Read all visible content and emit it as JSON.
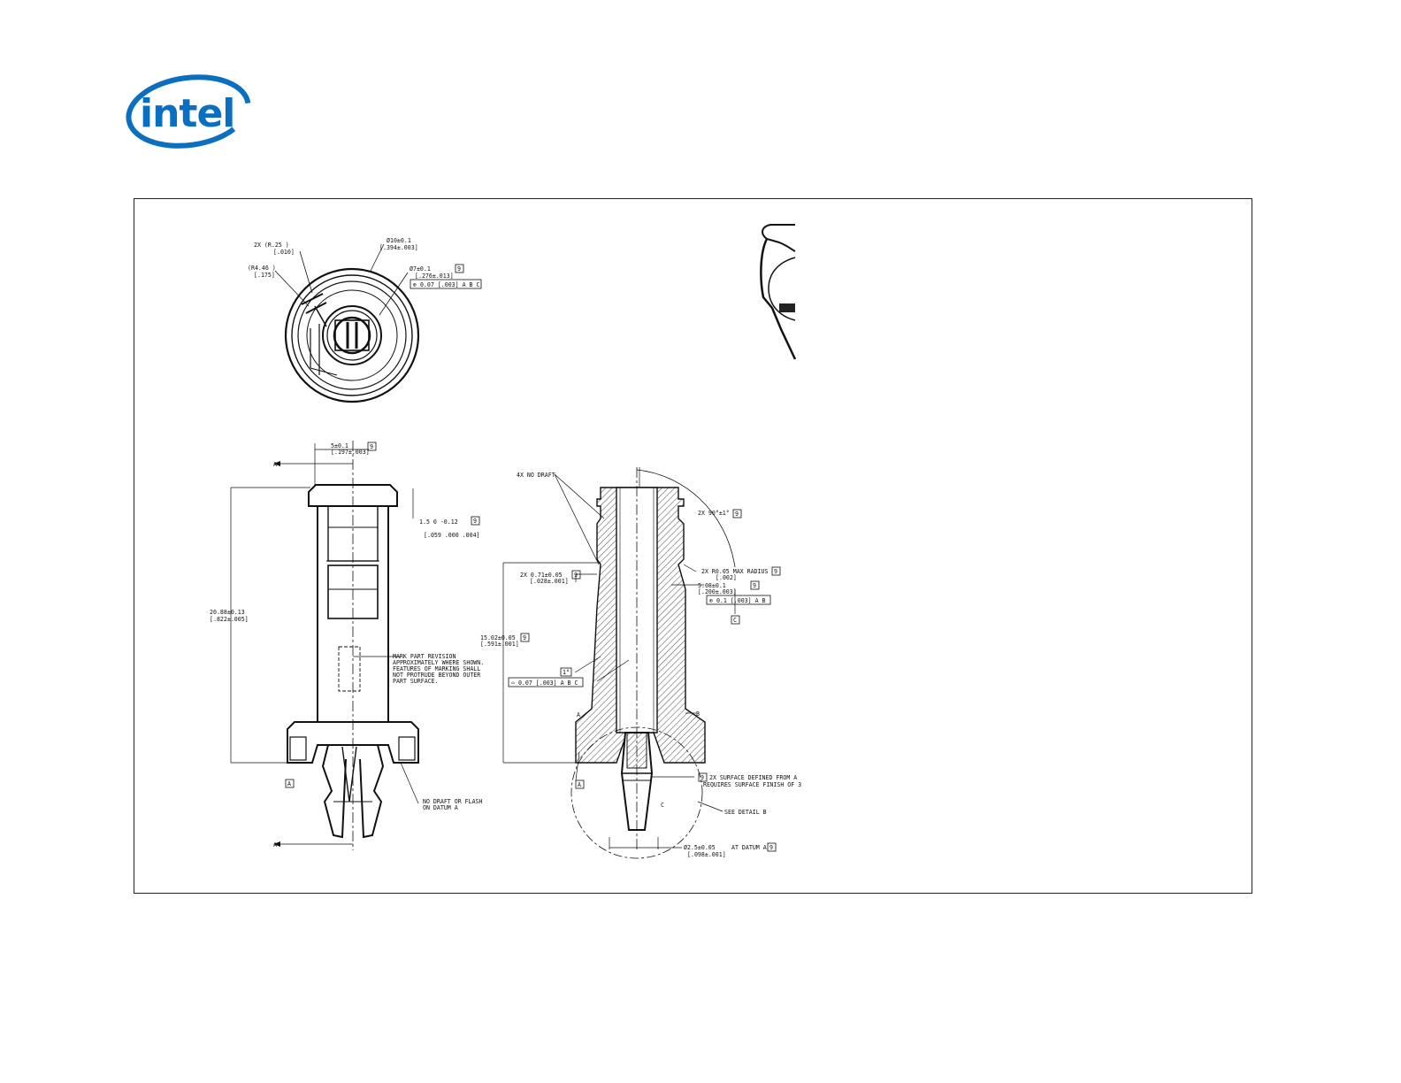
{
  "logo": {
    "text": "intel",
    "color": "#0b6fc1"
  },
  "drawing": {
    "top_view": {
      "outer_dia": "Ø10±0.1",
      "outer_dia_in": "[.394±.003]",
      "inner_dia": "Ø7±0.1",
      "inner_dia_in": "[.276±.013]",
      "inner_dia_box": "9",
      "position_fcf": "⊕ 0.07 [.003] A B C",
      "radius_1": "2X (R.25 )",
      "radius_1_in": "[.010]",
      "radius_2": "(R4.46 )",
      "radius_2_in": "[.175]"
    },
    "side_view": {
      "offset_dim": "5±0.1",
      "offset_dim_in": "[.197±.003]",
      "offset_box": "9",
      "height_dim": "20.88±0.13",
      "height_dim_in": "[.822±.005]",
      "head_dim": "1.5 0 -0.12",
      "head_dim_in": "[.059 .000 .004]",
      "head_box": "9",
      "section_mark": "A",
      "datum_a": "A",
      "note_marking_1": "MARK PART REVISION",
      "note_marking_2": "APPROXIMATELY WHERE SHOWN.",
      "note_marking_3": "FEATURES OF MARKING SHALL",
      "note_marking_4": "NOT PROTRUDE BEYOND OUTER",
      "note_marking_5": "PART SURFACE.",
      "note_draft_1": "NO DRAFT OR FLASH",
      "note_draft_2": "ON DATUM A"
    },
    "section_view": {
      "no_draft": "4X NO DRAFT",
      "angle": "2X 90°±1°",
      "angle_box": "9",
      "radius": "2X R0.05  MAX RADIUS",
      "radius_in": "[.002]",
      "radius_box": "9",
      "bore_dim": "5.08±0.1",
      "bore_dim_in": "[.200±.003]",
      "bore_box": "9",
      "bore_fcf": "⊕ 0.1 [.003] A B",
      "datum_c": "C",
      "groove_dim": "2X 0.71±0.05",
      "groove_dim_in": "[.028±.001]",
      "groove_box": "9",
      "length_dim": "15.02±0.05",
      "length_dim_in": "[.591±.001]",
      "length_box": "9",
      "taper": "1°",
      "profile_fcf": "⌓ 0.07 [.003] A B C",
      "label_a": "A",
      "label_b": "B",
      "label_c": "C",
      "datum_a": "A",
      "surface_box": "9",
      "surface_note_1": "2X SURFACE DEFINED FROM A",
      "surface_note_2": "REQUIRES SURFACE FINISH OF 3",
      "detail_note": "SEE DETAIL  B",
      "tip_dim": "Ø2.5±0.05",
      "tip_note": "AT DATUM A",
      "tip_box": "9",
      "tip_dim_in": "[.098±.001]"
    }
  }
}
